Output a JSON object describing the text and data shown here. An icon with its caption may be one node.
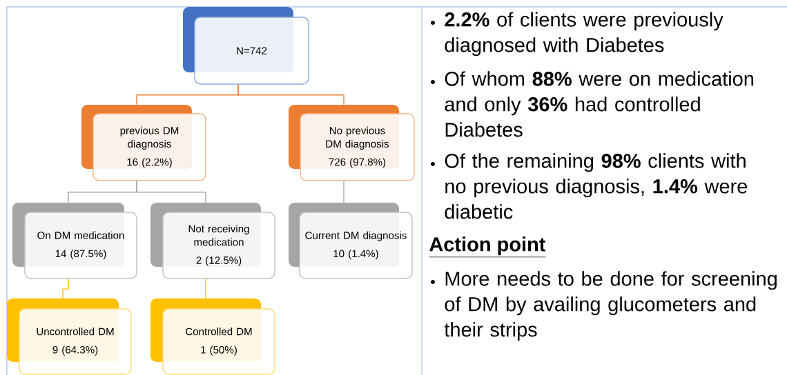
{
  "diagram": {
    "nodes": [
      {
        "text": [
          "N=742"
        ]
      },
      {
        "text": [
          "previous DM diagnosis",
          "16 (2.2%)"
        ]
      },
      {
        "text": [
          "No previous DM diagnosis",
          "726 (97.8%)"
        ]
      },
      {
        "text": [
          "On DM medication",
          "14 (87.5%)"
        ]
      },
      {
        "text": [
          "Not receiving medication",
          "2 (12.5%)"
        ]
      },
      {
        "text": [
          "Current DM diagnosis",
          "10 (1.4%)"
        ]
      },
      {
        "text": [
          "Uncontrolled DM",
          "9 (64.3%)"
        ]
      },
      {
        "text": [
          "Controlled DM",
          "1 (50%)"
        ]
      }
    ],
    "edges": [
      {
        "from": 0,
        "to": 1,
        "arrow": "none",
        "color": "#ed7d31"
      },
      {
        "from": 0,
        "to": 2,
        "arrow": "none",
        "color": "#ed7d31"
      },
      {
        "from": 1,
        "to": 3,
        "arrow": "none"
      },
      {
        "from": 1,
        "to": 4,
        "arrow": "none"
      },
      {
        "from": 2,
        "to": 5,
        "arrow": "none"
      },
      {
        "from": 3,
        "to": 6,
        "arrow": "none",
        "color": "#ffc000"
      },
      {
        "from": 4,
        "to": 7,
        "arrow": "none",
        "color": "#ffc000"
      }
    ],
    "labels": [
      "**2.2%** of clients were previously diagnosed with Diabetes",
      "Of whom **88%** were on medication and only **36%** had controlled Diabetes",
      "Of the remaining **98%** clients with no previous diagnosis, **1.4%** were diabetic",
      "Action point",
      "More needs to be done for screening of DM by availing glucometers and their strips"
    ]
  }
}
